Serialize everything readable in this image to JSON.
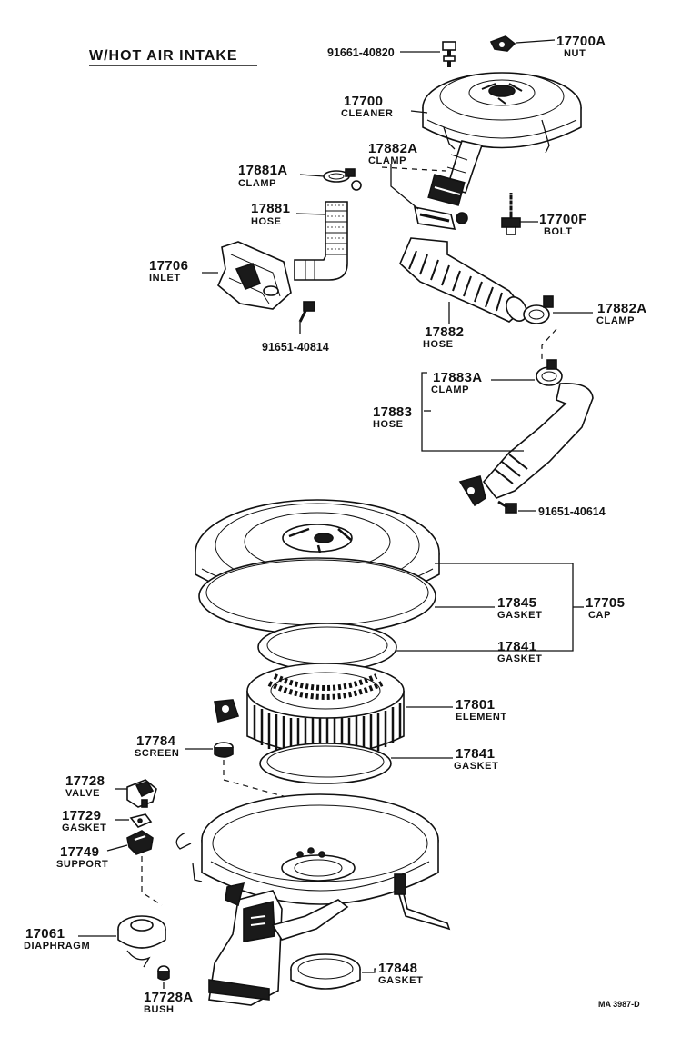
{
  "title": "W/HOT AIR INTAKE",
  "drawing_code": "MA 3987-D",
  "parts": {
    "bolt_top": {
      "number": "91661-40820"
    },
    "nut": {
      "number": "17700A",
      "name": "NUT"
    },
    "cleaner": {
      "number": "17700",
      "name": "CLEANER"
    },
    "clamp_upper": {
      "number": "17882A",
      "name": "CLAMP"
    },
    "clamp_small": {
      "number": "17881A",
      "name": "CLAMP"
    },
    "hose_small": {
      "number": "17881",
      "name": "HOSE"
    },
    "bolt_f": {
      "number": "17700F",
      "name": "BOLT"
    },
    "inlet": {
      "number": "17706",
      "name": "INLET"
    },
    "bolt_inlet": {
      "number": "91651-40814"
    },
    "clamp_lower": {
      "number": "17882A",
      "name": "CLAMP"
    },
    "hose_main": {
      "number": "17882",
      "name": "HOSE"
    },
    "clamp_hose": {
      "number": "17883A",
      "name": "CLAMP"
    },
    "hose_hot": {
      "number": "17883",
      "name": "HOSE"
    },
    "bolt_hose": {
      "number": "91651-40614"
    },
    "gasket_cap": {
      "number": "17845",
      "name": "GASKET"
    },
    "cap": {
      "number": "17705",
      "name": "CAP"
    },
    "gasket_upper": {
      "number": "17841",
      "name": "GASKET"
    },
    "element": {
      "number": "17801",
      "name": "ELEMENT"
    },
    "screen": {
      "number": "17784",
      "name": "SCREEN"
    },
    "gasket_lower": {
      "number": "17841",
      "name": "GASKET"
    },
    "valve": {
      "number": "17728",
      "name": "VALVE"
    },
    "gasket_valve": {
      "number": "17729",
      "name": "GASKET"
    },
    "support": {
      "number": "17749",
      "name": "SUPPORT"
    },
    "diaphragm": {
      "number": "17061",
      "name": "DIAPHRAGM"
    },
    "gasket_bottom": {
      "number": "17848",
      "name": "GASKET"
    },
    "bush": {
      "number": "17728A",
      "name": "BUSH"
    }
  }
}
